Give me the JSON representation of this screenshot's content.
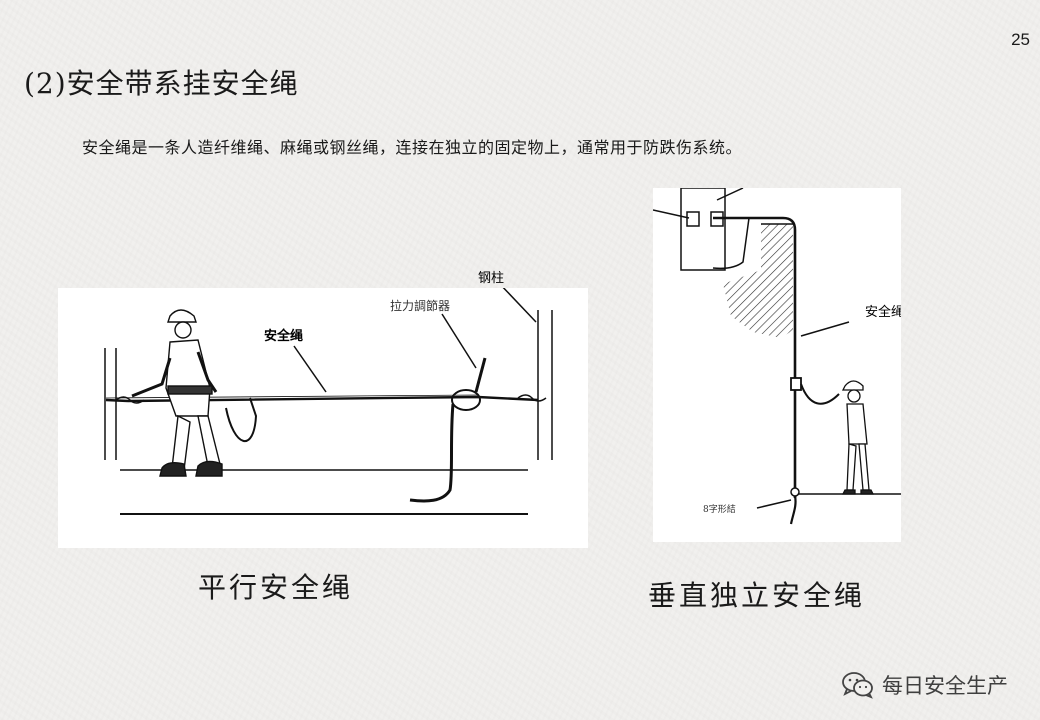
{
  "page_number": "25",
  "title": "(2)安全带系挂安全绳",
  "intro": "安全绳是一条人造纤维绳、麻绳或钢丝绳，连接在独立的固定物上，通常用于防跌伤系统。",
  "left_figure": {
    "caption": "平行安全绳",
    "labels": {
      "steel_column": "钢柱",
      "tension_adjuster": "拉力調節器",
      "safety_rope": "安全绳"
    }
  },
  "right_figure": {
    "caption": "垂直独立安全绳",
    "labels": {
      "safety_rope": "安全绳",
      "figure_eight_knot": "8字形結"
    }
  },
  "watermark": {
    "icon": "wechat-icon",
    "text": "每日安全生产"
  },
  "colors": {
    "background": "#f1f0ee",
    "panel": "#ffffff",
    "line": "#111111"
  }
}
